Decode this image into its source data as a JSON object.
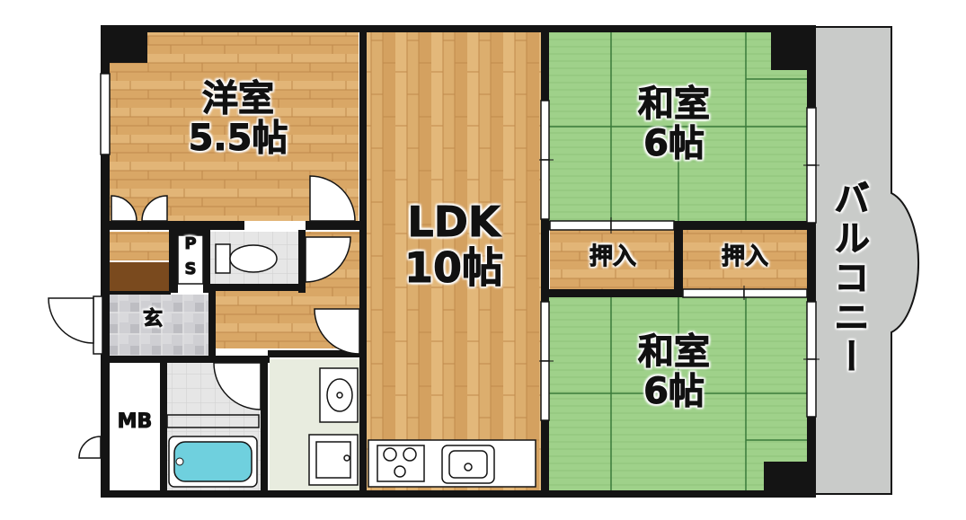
{
  "rooms": {
    "western": {
      "name": "洋室",
      "size": "5.5帖"
    },
    "ldk": {
      "name": "LDK",
      "size": "10帖"
    },
    "japanese_top": {
      "name": "和室",
      "size": "6帖"
    },
    "japanese_bottom": {
      "name": "和室",
      "size": "6帖"
    },
    "closet_left": {
      "name": "押入"
    },
    "closet_right": {
      "name": "押入"
    },
    "balcony": {
      "name": "バルコニー"
    },
    "entrance": {
      "name": "玄"
    },
    "meter_box": {
      "name": "MB"
    },
    "pipe_space_top": {
      "name": "P"
    },
    "pipe_space_bottom": {
      "name": "S"
    }
  },
  "colors": {
    "wall": "#141414",
    "wood_floor": "#d9a766",
    "tatami": "#9fd18a",
    "balcony": "#c9cbc9",
    "entrance_tile": "#c9c9cc",
    "bath_water": "#6fd0de"
  }
}
